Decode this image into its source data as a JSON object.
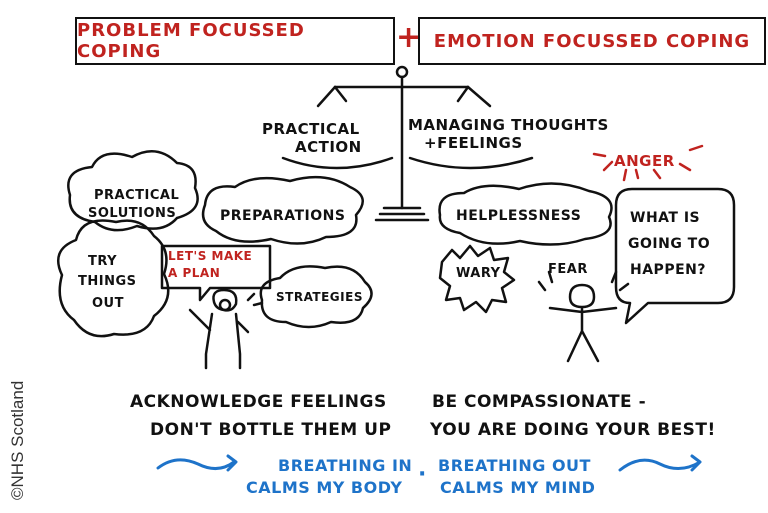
{
  "header": {
    "left_label": "PROBLEM FOCUSSED COPING",
    "plus": "+",
    "right_label": "EMOTION FOCUSSED COPING"
  },
  "scale": {
    "left_pan_label_1": "PRACTICAL",
    "left_pan_label_2": "ACTION",
    "right_pan_label_1": "MANAGING THOUGHTS",
    "right_pan_label_2": "+FEELINGS"
  },
  "problem_clouds": {
    "practical_solutions_1": "PRACTICAL",
    "practical_solutions_2": "SOLUTIONS",
    "preparations": "PREPARATIONS",
    "try_1": "TRY",
    "try_2": "THINGS",
    "try_3": "OUT",
    "plan_1": "LET'S MAKE",
    "plan_2": "A PLAN",
    "strategies": "STRATEGIES"
  },
  "emotion_clouds": {
    "anger": "ANGER",
    "helplessness": "HELPLESSNESS",
    "wary": "WARY",
    "fear": "FEAR",
    "what_1": "WHAT IS",
    "what_2": "GOING TO",
    "what_3": "HAPPEN?"
  },
  "advice": {
    "left_1": "ACKNOWLEDGE FEELINGS",
    "left_2": "DON'T BOTTLE THEM UP",
    "right_1": "BE COMPASSIONATE -",
    "right_2": "YOU ARE DOING YOUR BEST!"
  },
  "breathing": {
    "in_1": "BREATHING IN",
    "in_2": "CALMS MY BODY",
    "dot": "·",
    "out_1": "BREATHING OUT",
    "out_2": "CALMS MY MIND"
  },
  "credit": "©NHS Scotland",
  "colors": {
    "red": "#c0231f",
    "blue": "#1e73c9",
    "ink": "#111111"
  }
}
